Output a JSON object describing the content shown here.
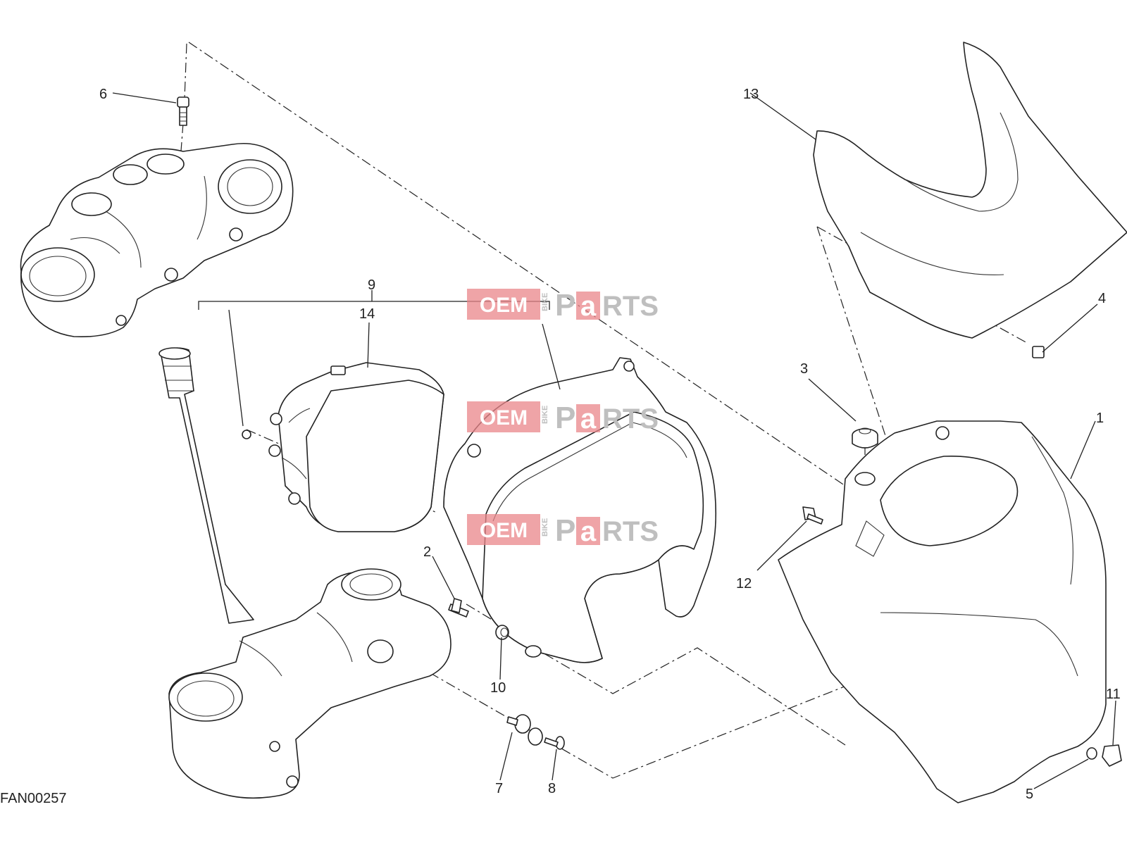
{
  "diagram": {
    "drawing_code": "FAN00257",
    "callouts": [
      {
        "id": "1",
        "label": "1"
      },
      {
        "id": "2",
        "label": "2"
      },
      {
        "id": "3",
        "label": "3"
      },
      {
        "id": "4",
        "label": "4"
      },
      {
        "id": "5",
        "label": "5"
      },
      {
        "id": "6",
        "label": "6"
      },
      {
        "id": "7",
        "label": "7"
      },
      {
        "id": "8",
        "label": "8"
      },
      {
        "id": "9",
        "label": "9"
      },
      {
        "id": "10",
        "label": "10"
      },
      {
        "id": "11",
        "label": "11"
      },
      {
        "id": "12",
        "label": "12"
      },
      {
        "id": "13",
        "label": "13"
      },
      {
        "id": "14",
        "label": "14"
      }
    ]
  },
  "watermark": {
    "brand_left": "OEM",
    "brand_mid": "BIKE",
    "brand_p": "P",
    "brand_a": "a",
    "brand_rts": "RTS",
    "color": "#e05a60"
  }
}
